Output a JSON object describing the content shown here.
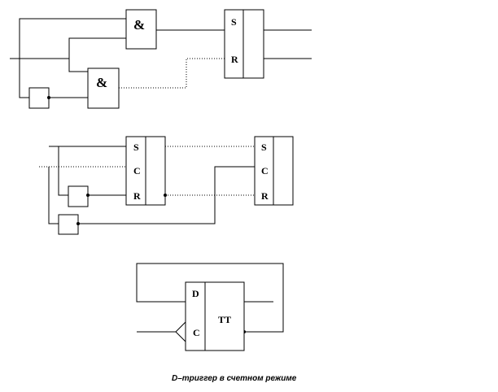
{
  "circuit1": {
    "and_gate_top": "&",
    "and_gate_bottom": "&",
    "flipflop_s": "S",
    "flipflop_r": "R"
  },
  "circuit2": {
    "ff1_s": "S",
    "ff1_c": "C",
    "ff1_r": "R",
    "ff2_s": "S",
    "ff2_c": "C",
    "ff2_r": "R"
  },
  "circuit3": {
    "d_label": "D",
    "c_label": "C",
    "tt_label": "TT"
  },
  "caption": "D–триггер в счетном режиме"
}
